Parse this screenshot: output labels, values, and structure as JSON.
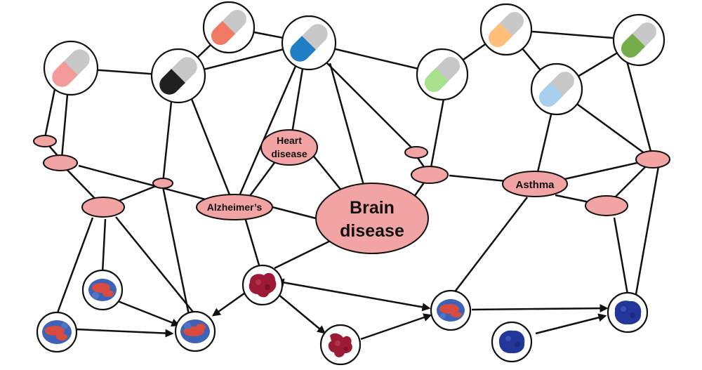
{
  "diagram": {
    "diseases": [
      {
        "id": "heart",
        "label_lines": [
          "Heart",
          "disease"
        ]
      },
      {
        "id": "alzheimers",
        "label_lines": [
          "Alzheimer’s"
        ]
      },
      {
        "id": "brain",
        "label_lines": [
          "Brain",
          "disease"
        ]
      },
      {
        "id": "asthma",
        "label_lines": [
          "Asthma"
        ]
      }
    ],
    "drugs": [
      {
        "id": "drug-pink",
        "color": "#f49a9a"
      },
      {
        "id": "drug-salmon",
        "color": "#f07a63"
      },
      {
        "id": "drug-black",
        "color": "#202020"
      },
      {
        "id": "drug-blue",
        "color": "#1f7ec4"
      },
      {
        "id": "drug-lightgreen",
        "color": "#a6e38c"
      },
      {
        "id": "drug-orange",
        "color": "#ffbf78"
      },
      {
        "id": "drug-olive",
        "color": "#76ad4a"
      },
      {
        "id": "drug-lightblue",
        "color": "#a8cfee"
      }
    ],
    "proteins": [
      {
        "id": "protein-red-blue-1",
        "icon": "mixed-protein-icon"
      },
      {
        "id": "protein-red-blue-2",
        "icon": "mixed-protein-icon"
      },
      {
        "id": "protein-red-blue-3",
        "icon": "mixed-protein-icon"
      },
      {
        "id": "protein-red-blue-4",
        "icon": "mixed-protein-icon"
      },
      {
        "id": "protein-crimson-1",
        "icon": "crimson-protein-icon"
      },
      {
        "id": "protein-crimson-2",
        "icon": "crimson-protein-icon"
      },
      {
        "id": "protein-navy-1",
        "icon": "navy-protein-icon"
      },
      {
        "id": "protein-navy-2",
        "icon": "navy-protein-icon"
      }
    ],
    "colors": {
      "disease_fill": "#f2a4a4",
      "stroke": "#111111",
      "capsule_gray": "#c8c8c8",
      "protein_red": "#d84b3e",
      "protein_blue": "#3d63b8",
      "protein_crimson": "#9c1a35",
      "protein_navy": "#23379a"
    }
  }
}
